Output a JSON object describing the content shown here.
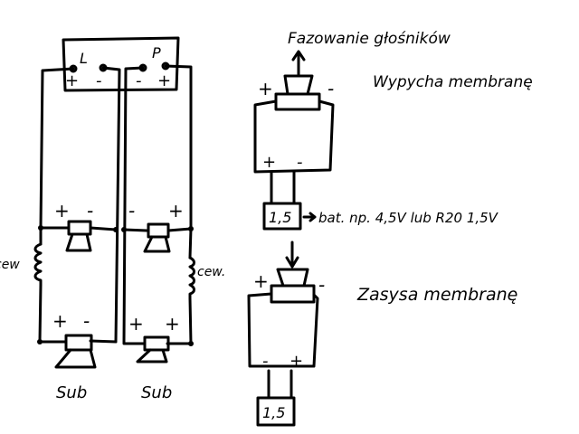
{
  "title": "Fazowanie głośników",
  "amplifier": {
    "left_label": "L",
    "right_label": "P"
  },
  "labels": {
    "sub_left": "Sub",
    "sub_right": "Sub",
    "coil_left": "cew",
    "coil_right": "cew.",
    "plus": "+",
    "minus": "-",
    "battery": "1,5"
  },
  "push": {
    "caption": "Wypycha membranę",
    "battery_note": "bat. np. 4,5V lub R20 1,5V"
  },
  "pull": {
    "caption": "Zasysa membranę"
  }
}
